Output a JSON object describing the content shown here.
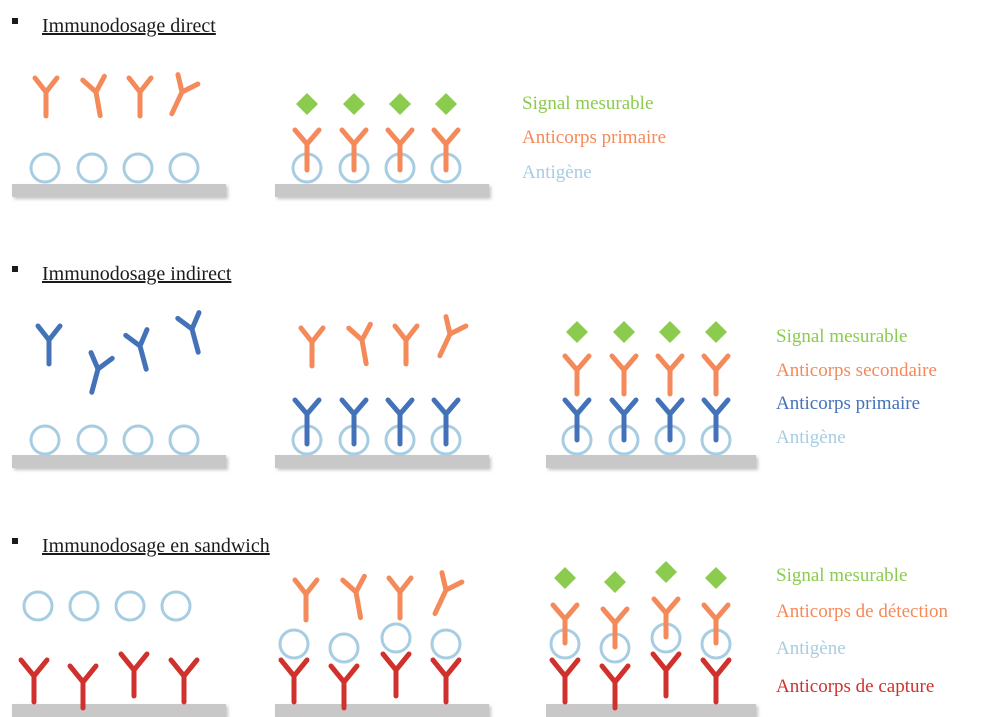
{
  "colors": {
    "signal": "#8BCB4E",
    "primary_orange": "#F4895A",
    "antigen": "#A7CDE3",
    "primary_blue": "#4472B8",
    "capture": "#D0312D",
    "plate": "#C8C8C8",
    "heading": "#1a1a1a"
  },
  "sections": [
    {
      "heading": "Immunodosage direct",
      "legend": [
        {
          "text": "Signal mesurable",
          "color": "#8BCB4E"
        },
        {
          "text": "Anticorps primaire",
          "color": "#F4895A"
        },
        {
          "text": "Antigène",
          "color": "#A7CDE3"
        }
      ]
    },
    {
      "heading": "Immunodosage indirect",
      "legend": [
        {
          "text": "Signal mesurable",
          "color": "#8BCB4E"
        },
        {
          "text": "Anticorps secondaire",
          "color": "#F4895A"
        },
        {
          "text": "Anticorps primaire",
          "color": "#4472B8"
        },
        {
          "text": "Antigène",
          "color": "#A7CDE3"
        }
      ]
    },
    {
      "heading": "Immunodosage en sandwich",
      "legend": [
        {
          "text": "Signal mesurable",
          "color": "#8BCB4E"
        },
        {
          "text": "Anticorps de détection",
          "color": "#F4895A"
        },
        {
          "text": "Antigène",
          "color": "#A7CDE3"
        },
        {
          "text": "Anticorps de capture",
          "color": "#D0312D"
        }
      ]
    }
  ]
}
